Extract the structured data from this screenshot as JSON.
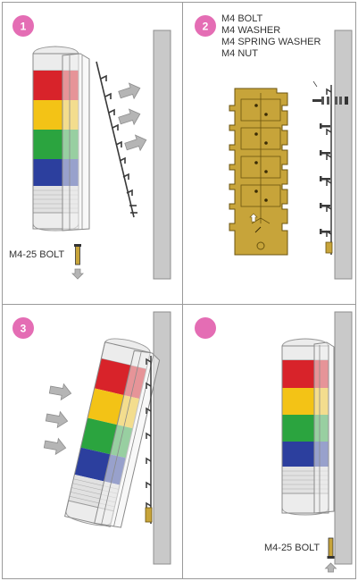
{
  "steps": [
    {
      "number": "1"
    },
    {
      "number": "2"
    },
    {
      "number": "3"
    },
    {
      "number": ""
    }
  ],
  "labels": {
    "bolt_m4_25_top": "M4-25 BOLT",
    "bolt_m4_25_bottom": "M4-25 BOLT",
    "hardware": [
      "M4 BOLT",
      "M4 WASHER",
      "M4 SPRING WASHER",
      "M4 NUT"
    ]
  },
  "colors": {
    "step_badge": "#e46db4",
    "wall": "#c9c9c9",
    "bracket": "#c7a43a",
    "arrow": "#b5b5b5",
    "tower_red": "#d8232a",
    "tower_yellow": "#f3c316",
    "tower_green": "#2ba43f",
    "tower_blue": "#2c3f9e",
    "tower_white": "#e6e6e6"
  }
}
